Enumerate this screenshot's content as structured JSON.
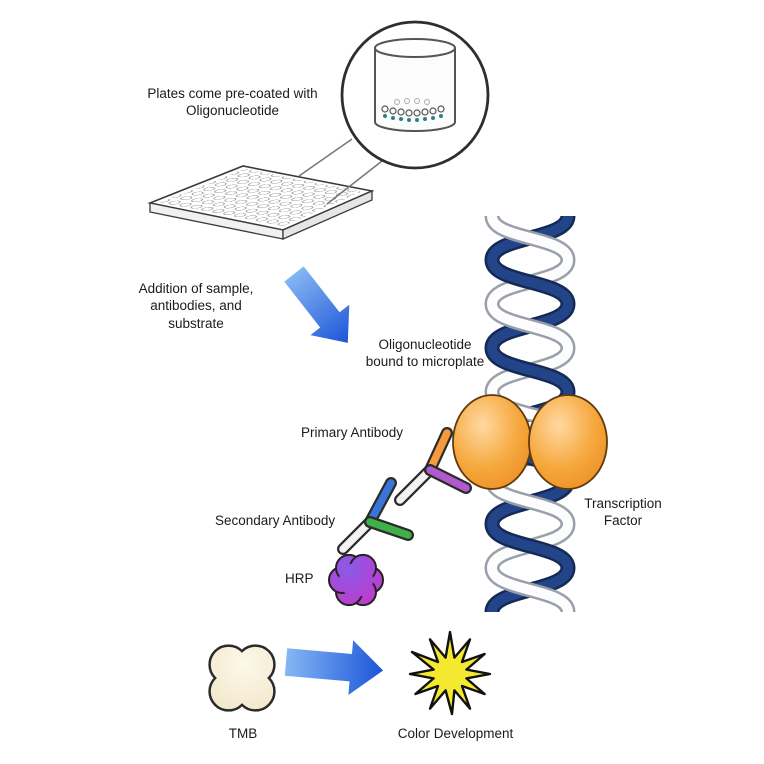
{
  "diagram": {
    "labels": {
      "plate_lines": [
        "Plates come pre-coated with",
        "Oligonucleotide"
      ],
      "addition_lines": [
        "Addition of sample,",
        "antibodies, and",
        "substrate"
      ],
      "oligo_lines": [
        "Oligonucleotide",
        "bound to microplate"
      ],
      "primary_antibody": "Primary Antibody",
      "secondary_antibody": "Secondary Antibody",
      "hrp": "HRP",
      "transcription_lines": [
        "Transcription",
        "Factor"
      ],
      "tmb": "TMB",
      "color_development": "Color Development"
    },
    "colors": {
      "arrow_blue_light": "#85b6f4",
      "arrow_blue_dark": "#1c55d8",
      "dna_navy": "#24448a",
      "dna_white": "#ffffff",
      "tf_orange": "#f09a33",
      "antibody_orange": "#f59a3d",
      "antibody_purple": "#b05ad0",
      "antibody_blue": "#3a74d8",
      "antibody_green": "#3faf49",
      "hrp_purple": "#8a5ae8",
      "hrp_magenta": "#c438c8",
      "tmb_cream": "#f6eed8",
      "burst_yellow": "#f4e92e",
      "oligo_teal": "#2e7d8f"
    }
  }
}
